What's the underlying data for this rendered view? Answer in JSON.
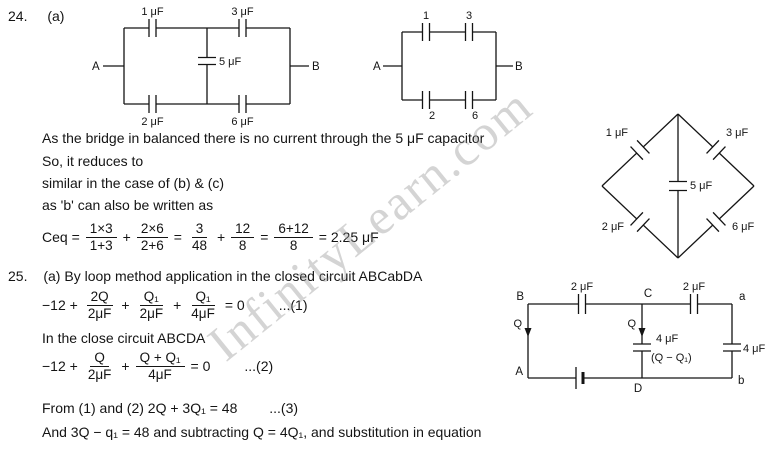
{
  "watermark": "InfinityLearn.com",
  "q24": {
    "number": "24.",
    "part": "(a)",
    "circuit_bridge": {
      "terminal_a": "A",
      "terminal_b": "B",
      "cap_top_left": "1 μF",
      "cap_top_right": "3 μF",
      "cap_middle": "5 μF",
      "cap_bottom_left": "2 μF",
      "cap_bottom_right": "6 μF"
    },
    "circuit_reduced": {
      "terminal_a": "A",
      "terminal_b": "B",
      "cap_top_left": "1",
      "cap_top_right": "3",
      "cap_bottom_left": "2",
      "cap_bottom_right": "6"
    },
    "circuit_diamond": {
      "cap_top_left": "1 μF",
      "cap_top_right": "3 μF",
      "cap_middle": "5 μF",
      "cap_bottom_left": "2 μF",
      "cap_bottom_right": "6 μF"
    },
    "line1": "As the bridge in balanced there is no current through the 5 μF capacitor",
    "line2": "So, it reduces to",
    "line3": "similar in the case of (b) & (c)",
    "line4": "as 'b' can also be written as",
    "ceq": {
      "lhs": "Ceq =",
      "f1n": "1×3",
      "f1d": "1+3",
      "op1": "+",
      "f2n": "2×6",
      "f2d": "2+6",
      "op2": "=",
      "f3n": "3",
      "f3d": "48",
      "op3": "+",
      "f4n": "12",
      "f4d": "8",
      "op4": "=",
      "f5n": "6+12",
      "f5d": "8",
      "result": "= 2.25 μF"
    }
  },
  "q25": {
    "number": "25.",
    "intro": "(a) By loop method application in the closed circuit ABCabDA",
    "eq1": {
      "pre": "−12 +",
      "f1n": "2Q",
      "f1d": "2μF",
      "op1": "+",
      "f2n": "Q₁",
      "f2d": "2μF",
      "op2": "+",
      "f3n": "Q₁",
      "f3d": "4μF",
      "post": "= 0",
      "tag": "...(1)"
    },
    "mid": "In the close circuit ABCDA",
    "eq2": {
      "pre": "−12 +",
      "f1n": "Q",
      "f1d": "2μF",
      "op1": "+",
      "f2n": "Q + Q₁",
      "f2d": "4μF",
      "post": "= 0",
      "tag": "...(2)"
    },
    "line3": "From (1) and (2) 2Q + 3Q₁ = 48",
    "tag3": "...(3)",
    "line4": "And 3Q − q₁ = 48 and subtracting Q = 4Q₁, and substitution in equation",
    "circuit": {
      "node_b": "B",
      "node_c": "C",
      "node_a_top": "a",
      "node_a": "A",
      "node_d": "D",
      "node_b_bottom": "b",
      "cap_bc": "2 μF",
      "cap_ca": "2 μF",
      "charge_left": "Q",
      "charge_mid": "Q",
      "cap_mid": "4 μF",
      "charge_mid_label": "(Q − Q₁)",
      "cap_right": "4 μF"
    }
  }
}
